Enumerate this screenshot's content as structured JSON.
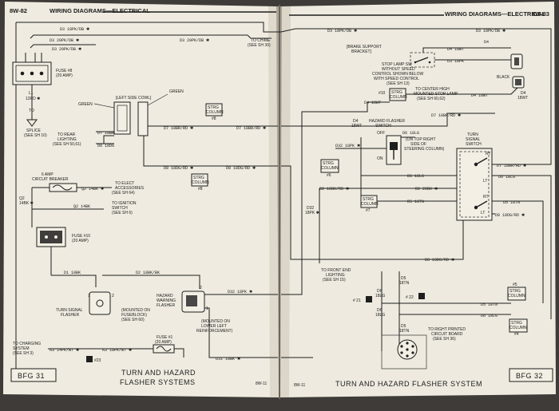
{
  "left_page": {
    "page_number": "8W-82",
    "header_title": "WIRING DIAGRAMS—ELECTRICAL",
    "footer_code": "BFG 31",
    "footer_title_line1": "TURN AND HAZARD",
    "footer_title_line2": "FLASHER SYSTEMS",
    "footer_ref": "8W-11"
  },
  "right_page": {
    "page_number": "8W-83",
    "header_title": "WIRING DIAGRAMS—ELECTRICAL",
    "footer_code": "BFG 32",
    "footer_title": "TURN AND HAZARD FLASHER SYSTEM",
    "footer_ref": "8W-11"
  },
  "labels": {
    "d3_top_left": "D3 18PK/DB ✱",
    "d3_top_right": "D3 18PK/DB ✱",
    "d3_20pk_db_a": "D3 20PK/DB ✱",
    "d3_20pk_db_b": "D3 20PK/DB ✱",
    "to_chime": "TO CHIME",
    "to_chime_ref": "(SEE SH 39)",
    "fuse8": "FUSE #8",
    "fuse8_amp": "(20 AMP)",
    "l1_wire": "L1",
    "l1_gauge": "12RD ✱",
    "to": "TO",
    "splice": "SPLICE",
    "splice_ref": "(SEE SH 10)",
    "left_side_cowl": "[LEFT SIDE COWL]",
    "green_a": "GREEN",
    "green_b": "GREEN",
    "to_rear_lighting": "TO REAR",
    "to_rear_lighting2": "LIGHTING",
    "to_rear_ref": "(SEE SH 50,61)",
    "d7_18br_a": "D7 18BR",
    "d8_18dg_a": "D8 18DG",
    "d7_18br_rd_a": "D7 18BR/RD ✱",
    "d7_18br_rd_b": "D7 18BR/RD ✱",
    "strg_column": "STRG",
    "strg_column2": "COLUMN",
    "strg_8a": "#8",
    "d8_18dg_rd_a": "D8 18DG/RD ✱",
    "d8_18dg_rd_b": "D8 18DG/RD ✱",
    "strg_8b": "#8",
    "cb_6amp": "6 AMP",
    "cb_label": "CIRCUIT BREAKER",
    "q2_14bk_a": "Q2 14BK ✱",
    "to_elect_acc": "TO ELECT",
    "to_elect_acc2": "ACCESSORIES",
    "to_elect_ref": "(SEE SH 64)",
    "q2_14bk_b": "Q2",
    "q2_14bk_b2": "14BK ✱",
    "q2_14bk_c": "Q2 14BK",
    "to_ignition": "TO IGNITION",
    "to_ignition2": "SWITCH",
    "to_ignition_ref": "(SEE SH 6)",
    "fuse10": "FUSE #10",
    "fuse10_amp": "(20 AMP)",
    "d1_18bk": "D1 18BK",
    "d2_18bk": "D2 18BK/BK",
    "turn_flasher": "TURN SIGNAL",
    "turn_flasher2": "FLASHER",
    "mounted_fuseblock": "(MOUNTED ON",
    "mounted_fuseblock2": "FUSEBLOCK)",
    "mounted_fuseblock3": "(SEE SH 60)",
    "hazard_flasher": "HAZARD",
    "hazard_flasher2": "WARNING",
    "hazard_flasher3": "FLASHER",
    "d32_18pk": "D32 18PK ✱",
    "mounted_lower": "(MOUNTED ON",
    "mounted_lower2": "LOWER LEFT",
    "mounted_lower3": "REINFORCEMENT)",
    "fuse1": "FUSE #1",
    "fuse1_amp": "(20 AMP)",
    "to_charging": "TO CHARGING",
    "to_charging2": "SYSTEM",
    "to_charging_ref": "(SEE SH 3)",
    "a3_14pk": "A3 14PK/WT ✱",
    "a3_18pk": "A3 18PK/WT ✱",
    "d31_18bk": "D31 18BK ✱",
    "conn_23": "#23",
    "brake_support": "[BRAKE SUPPORT",
    "brake_support2": "BRACKET]",
    "d4_18wt_a": "D4 18WT",
    "d3_18pk_b": "D3 18PK",
    "black": "BLACK",
    "stop_lamp": "STOP LAMP SW",
    "stop_lamp2": "WITHOUT SPEED",
    "stop_lamp3": "CONTROL SHOWN BELOW",
    "stop_lamp4": "WITH SPEED CONTROL",
    "stop_lamp5": "(SEE SH 13)",
    "conn_10": "#10",
    "to_chmsl": "TO CENTER HIGH",
    "to_chmsl2": "MOUNTED STOP LAMP",
    "to_chmsl3": "(SEE SH 60,62)",
    "d4_18wt_b": "D4 18WT",
    "d4_18wt_c": "D4 18WT",
    "d4_18wt_d": "D4",
    "d4_18wt_d2": "18WT",
    "d4_18wt_e": "D4",
    "d4_18wt_e2": "18WT",
    "d7_18br_rd_c": "D7 18BR/RD ✱",
    "hazard_switch": "HAZARD FLASHER",
    "hazard_switch2": "SWITCH",
    "off": "OFF",
    "on": "ON",
    "on_top_right": "(ON TOP RIGHT",
    "on_top_right2": "SIDE OF",
    "on_top_right3": "STEERING COLUMN)",
    "d32_18pk_b": "D32 18PK ✱",
    "d6_18lg": "D6 18LG",
    "d6_18lg_b": "D6 18LG",
    "d2_18bk_rd": "D2 18BK/RD ✱",
    "d2_20bk": "D2 20BK ✱",
    "d5_18tn": "D5 18TN",
    "d5_18tn_b": "D5 18TN",
    "d8_18dg_rd_c": "D8 18DG/RD ✱",
    "d8_18dg_rd_d": "D8 18DG/RD ✱",
    "d32_18pk_c": "D32",
    "d32_18pk_c2": "18PK ✱",
    "strg_6": "#6",
    "strg_7": "#7",
    "turn_switch": "TURN",
    "turn_switch2": "SIGNAL",
    "turn_switch3": "SWITCH",
    "rt": "RT",
    "lt": "LT",
    "rt2": "RT",
    "lt2": "LT",
    "d7_18br_rd_d": "D7 18BR/RD ✱",
    "d6_18lg_c": "D6 18LG",
    "d5_18tn_c": "D5 18TN",
    "to_front_end": "TO FRONT END",
    "to_front_end2": "LIGHTING",
    "to_front_end_ref": "(SEE SH 15)",
    "d6_v": "D6",
    "d6_v2": "18LG",
    "d5_v": "D5",
    "d5_v2": "18TN",
    "d5_v3": "D5",
    "d5_v4": "18TN",
    "d6_v3": "D6",
    "d6_v4": "18LG",
    "conn_21": "# 21",
    "conn_22": "# 22",
    "to_pcb": "TO RIGHT PRINTED",
    "to_pcb2": "CIRCUIT BOARD",
    "to_pcb3": "(SEE SH 36)",
    "d5_18tn_d": "D5 18TN",
    "d6_18lg_d": "D6 18LG",
    "strg_5": "#5",
    "strg_4": "#4"
  }
}
